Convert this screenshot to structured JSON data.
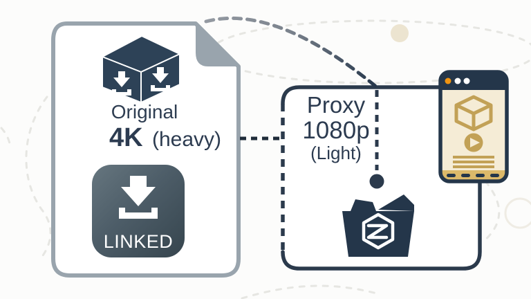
{
  "palette": {
    "navy": "#2b3a4c",
    "ink": "#2c3b50",
    "document_gray": "#99a4ad",
    "tile_gradient_start": "#66767f",
    "tile_gradient_end": "#36454e",
    "gold": "#c2a156",
    "cream": "#f5ecd6",
    "tan_bar": "#dcb96a",
    "orange_dot": "#ef9412",
    "background": "#fcfcfb",
    "decor_gray": "#e6e6e2",
    "decor_beige": "#ece4d0"
  },
  "original_card": {
    "title": "Original",
    "resolution": "4K",
    "weight_note": "(heavy)",
    "badge_label": "LINKED",
    "card_icon": "package-cube-download-icon",
    "badge_icon": "download-arrow-icon"
  },
  "proxy_card": {
    "title": "Proxy",
    "resolution": "1080p",
    "weight_note": "(Light)",
    "icon": "sync-folder-icon"
  },
  "device_preview": {
    "window_dots": 3,
    "icons": [
      "cube-outline-icon",
      "play-icon",
      "text-lines-icon",
      "dock-dashes-icon"
    ]
  },
  "connectors": {
    "doc_to_proxy": "horizontal-dashed-line",
    "fold_to_proxy": "curved-dashed-line",
    "proxy_drop": "vertical-dashed-line-with-dot"
  }
}
